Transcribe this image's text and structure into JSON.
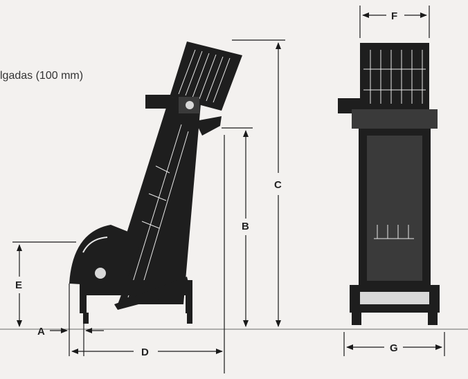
{
  "note": "lgadas (100 mm)",
  "labels": {
    "a": "A",
    "b": "B",
    "c": "C",
    "d": "D",
    "e": "E",
    "f": "F",
    "g": "G"
  },
  "colors": {
    "background": "#f3f1ef",
    "machine": "#1e1e1e",
    "dimension_line": "#1a1a1a"
  }
}
